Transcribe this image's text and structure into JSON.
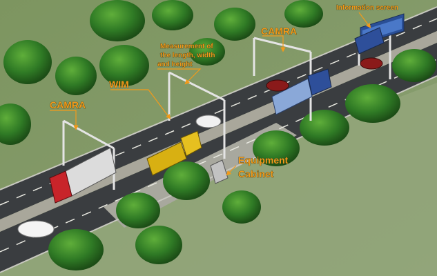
{
  "labels": {
    "info_screen": "Information screen",
    "camera_top": "CAMRA",
    "measurement_line1": "Measurement of",
    "measurement_line2": "the length, width",
    "measurement_line3": "and height",
    "wim": "WIM",
    "camera_left": "CAMRA",
    "equipment_line1": "Equipment",
    "equipment_line2": "Cabinet"
  },
  "colors": {
    "label_orange": "#f29a1a",
    "grass": "#6f8a55",
    "road": "#3a3d40",
    "median": "#a9a79b",
    "truck_red": "#c8242a",
    "truck_yellow": "#e6c020",
    "truck_blue": "#2e4f9a"
  },
  "icons": [
    "tree-icon",
    "gantry-icon",
    "truck-icon",
    "car-icon",
    "cabinet-icon",
    "screen-icon"
  ]
}
